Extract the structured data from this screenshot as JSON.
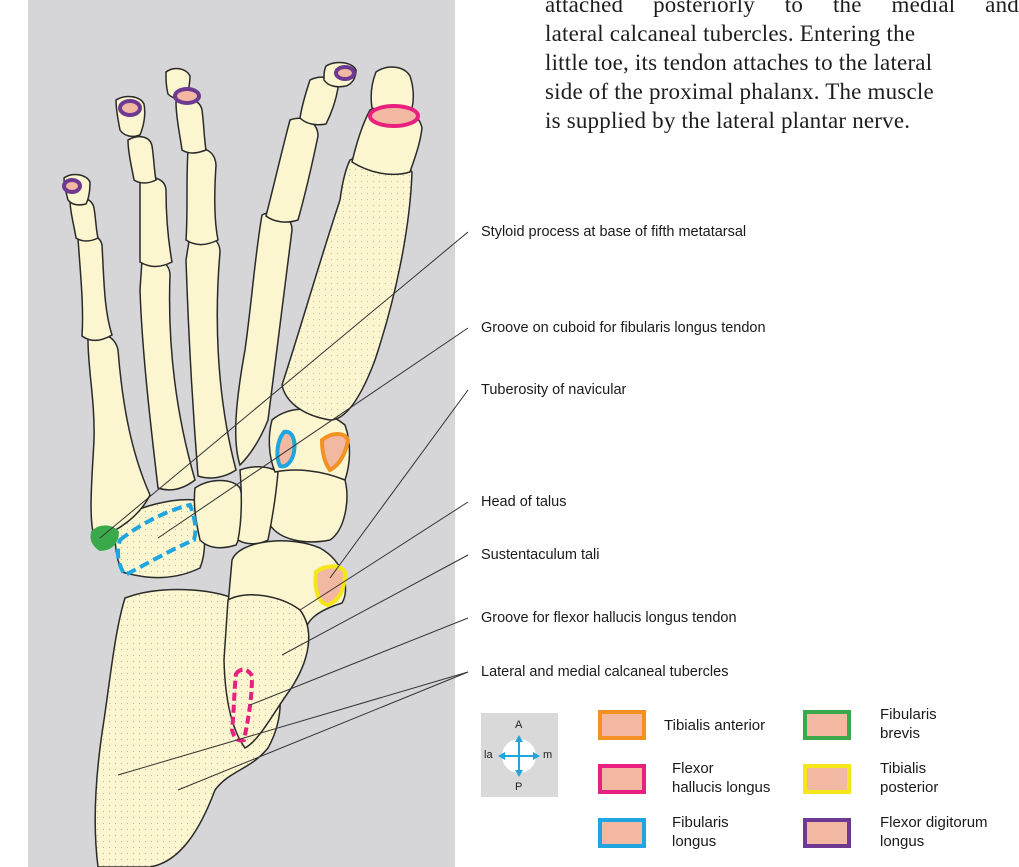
{
  "body_text": {
    "line1": "attached posteriorly to the medial and",
    "line2": "lateral calcaneal tubercles. Entering the",
    "line3": "little toe, its tendon attaches to the lateral",
    "line4": "side of the proximal phalanx. The muscle",
    "line5": "is supplied by the lateral plantar nerve."
  },
  "labels": [
    "Styloid process at base of fifth metatarsal",
    "Groove on cuboid for fibularis longus tendon",
    "Tuberosity of navicular",
    "Head of talus",
    "Sustentaculum tali",
    "Groove for flexor hallucis longus tendon",
    "Lateral and medial calcaneal tubercles"
  ],
  "compass": {
    "anterior": "A",
    "posterior": "P",
    "lateral": "la",
    "medial": "m"
  },
  "legend": [
    {
      "line1": "Tibialis anterior",
      "line2": "",
      "color": "#f29222"
    },
    {
      "line1": "Fibularis",
      "line2": "brevis",
      "color": "#3aa94b"
    },
    {
      "line1": "Flexor",
      "line2": "hallucis longus",
      "color": "#e8207f"
    },
    {
      "line1": "Tibialis",
      "line2": "posterior",
      "color": "#f5e61a"
    },
    {
      "line1": "Fibularis",
      "line2": "longus",
      "color": "#1fa6e0"
    },
    {
      "line1": "Flexor digitorum",
      "line2": "longus",
      "color": "#6e3a91"
    }
  ],
  "colors": {
    "panel": "#d6d6d8",
    "bone": "#fbf6cf",
    "bone_outline": "#2a2a2a",
    "attachment_fill": "#f2b8a2"
  }
}
